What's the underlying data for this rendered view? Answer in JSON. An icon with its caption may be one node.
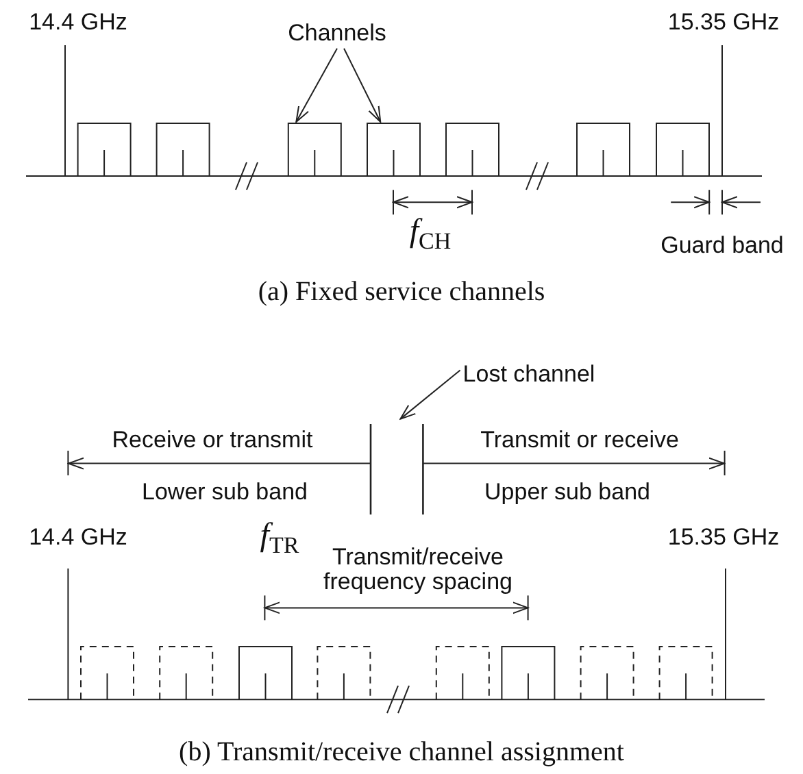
{
  "diagram": {
    "nodes": [
      {
        "text": [
          "Channels"
        ]
      },
      {
        "text": [],
        "shape": "box"
      },
      {
        "text": [],
        "shape": "box"
      },
      {
        "text": [
          "Lost channel"
        ]
      }
    ],
    "edges": [
      {
        "from": 0,
        "to": 1,
        "arrow": "to"
      },
      {
        "from": 0,
        "to": 2,
        "arrow": "to"
      },
      {
        "from": 3,
        "to": null,
        "arrow": "to"
      }
    ],
    "labels": [
      "14.4 GHz",
      "15.35 GHz",
      "*f*$_{CH}$",
      "Guard band",
      "(a) Fixed service channels",
      "Receive or transmit",
      "Transmit or receive",
      "Lower sub band",
      "Upper sub band",
      "14.4 GHz",
      "*f*$_{TR}$",
      "Transmit/receive frequency spacing",
      "15.35 GHz",
      "(b) Transmit/receive channel assignment"
    ]
  }
}
